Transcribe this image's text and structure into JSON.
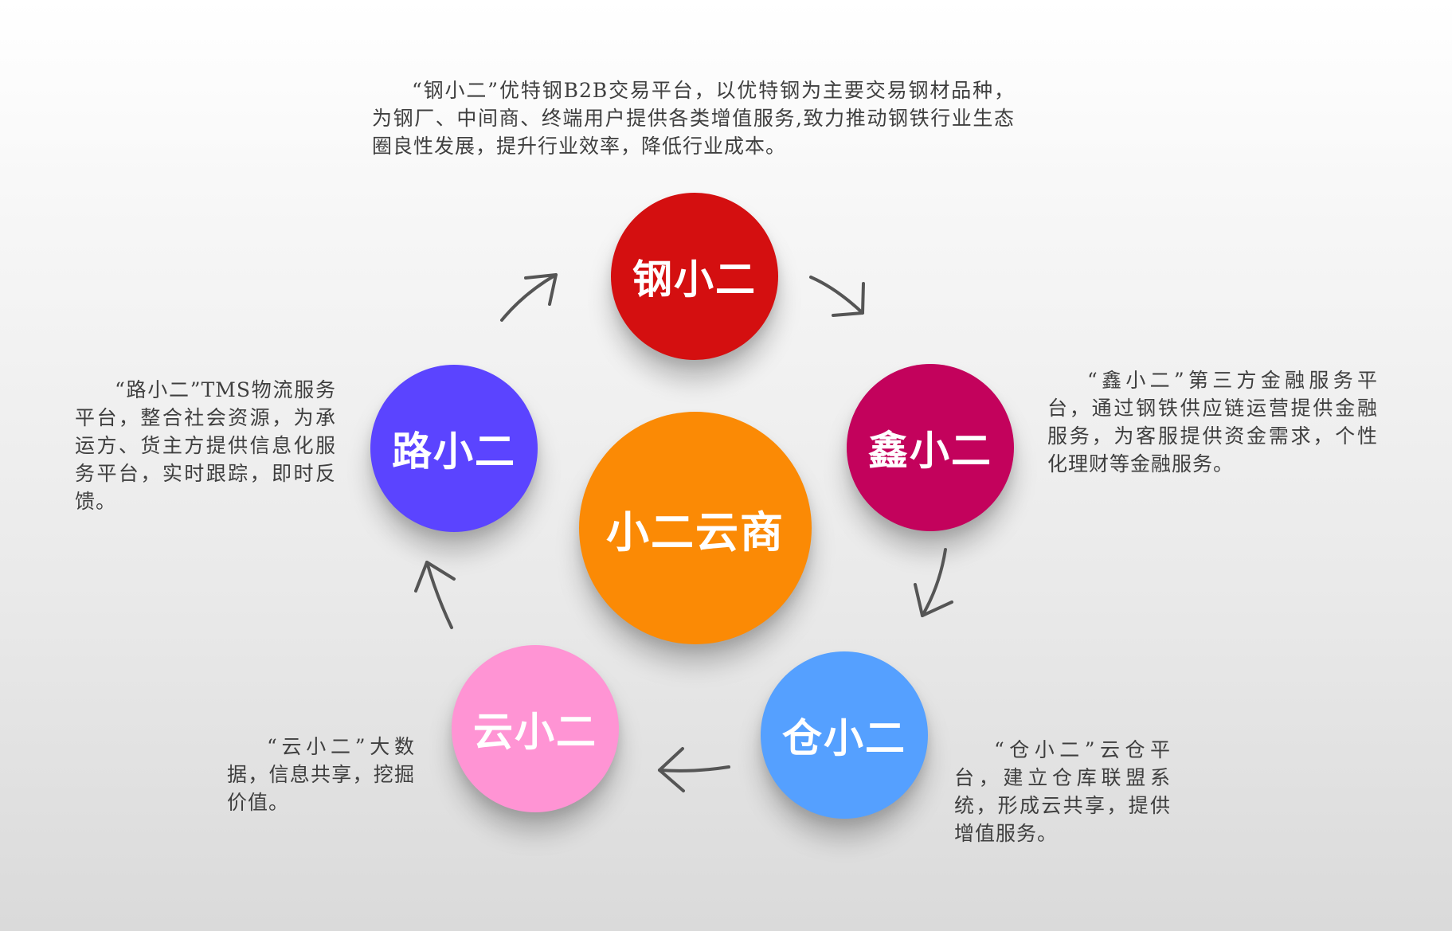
{
  "center": {
    "label": "小二云商",
    "color": "#fb8a05"
  },
  "nodes": [
    {
      "id": "gang",
      "label": "钢小二",
      "color": "#d40f10"
    },
    {
      "id": "xin",
      "label": "鑫小二",
      "color": "#c3025c"
    },
    {
      "id": "cang",
      "label": "仓小二",
      "color": "#55a0ff"
    },
    {
      "id": "yun",
      "label": "云小二",
      "color": "#ff94d4"
    },
    {
      "id": "lu",
      "label": "路小二",
      "color": "#5b44ff"
    }
  ],
  "descriptions": {
    "gang": "“钢小二”优特钢B2B交易平台，以优特钢为主要交易钢材品种，为钢厂、中间商、终端用户提供各类增值服务,致力推动钢铁行业生态圈良性发展，提升行业效率，降低行业成本。",
    "xin": "“鑫小二”第三方金融服务平台，通过钢铁供应链运营提供金融服务，为客服提供资金需求，个性化理财等金融服务。",
    "cang": "“仓小二”云仓平台，建立仓库联盟系统，形成云共享，提供增值服务。",
    "yun": "“云小二”大数据，信息共享，挖掘价值。",
    "lu": "“路小二”TMS物流服务平台，整合社会资源，为承运方、货主方提供信息化服务平台，实时跟踪，即时反馈。"
  },
  "arrow_color": "#555555"
}
